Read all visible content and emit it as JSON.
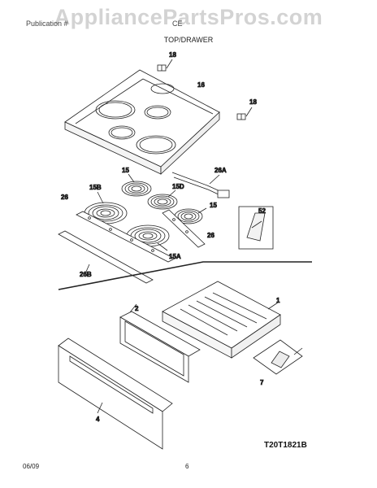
{
  "watermark": "AppliancePartsPros.com",
  "header": {
    "left_text": "Publication #",
    "model": "CE",
    "section_title": "TOP/DRAWER"
  },
  "diagram_code": "T20T1821B",
  "footer": {
    "date": "06/09",
    "page_number": "6"
  },
  "callouts": {
    "c18a": "18",
    "c16": "16",
    "c18b": "18",
    "c15a": "15",
    "c26a": "26A",
    "c15b": "15B",
    "c15d": "15D",
    "c26left": "26",
    "c15c": "15",
    "c52": "52",
    "c26right": "26",
    "c15a2": "15A",
    "c26b": "26B",
    "c1": "1",
    "c2": "2",
    "c7": "7",
    "c4": "4"
  }
}
